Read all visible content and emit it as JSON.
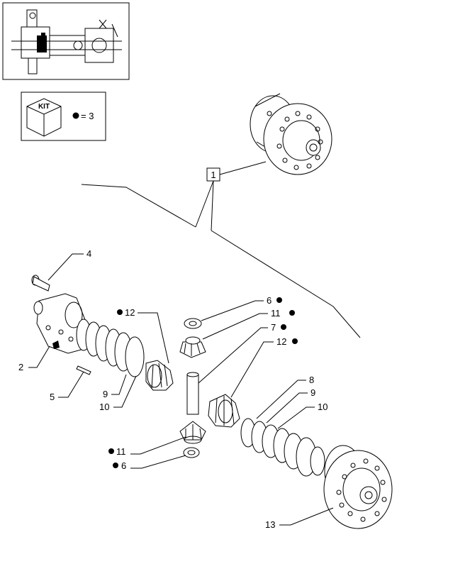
{
  "kit_legend": {
    "badge": "KIT",
    "equation": "= 3"
  },
  "callouts": {
    "c1": "1",
    "c2": "2",
    "c4": "4",
    "c5": "5",
    "c6a": "6",
    "c6b": "6",
    "c7": "7",
    "c8": "8",
    "c9a": "9",
    "c9b": "9",
    "c10a": "10",
    "c10b": "10",
    "c11a": "11",
    "c11b": "11",
    "c12a": "12",
    "c12b": "12",
    "c13": "13"
  }
}
